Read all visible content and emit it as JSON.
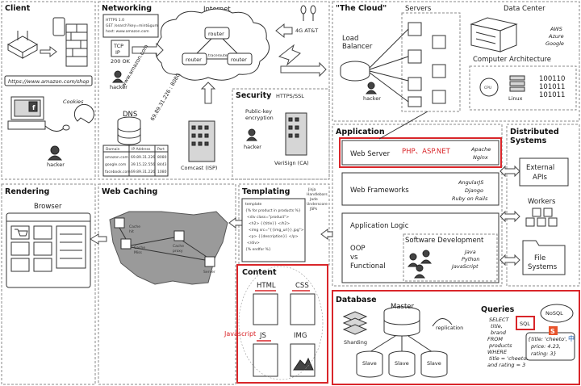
{
  "sections": {
    "client": "Client",
    "networking": "Networking",
    "cloud": "\"The Cloud\"",
    "security": "Security",
    "rendering": "Rendering",
    "web_caching": "Web Caching",
    "templating": "Templating",
    "content": "Content",
    "application": "Application",
    "distributed": "Distributed Systems",
    "database": "Database",
    "queries": "Queries"
  },
  "client": {
    "url": "https://www.amazon.com/shop",
    "cookies": "Cookies",
    "hacker": "hacker",
    "f_icon": "f"
  },
  "networking": {
    "http_lines": [
      "HTTPS 1.0",
      "GET /search?key=mint&gum",
      "host: www.amazon.com"
    ],
    "tcp": "TCP",
    "ip": "IP",
    "status": "200 OK",
    "internet": "Internet",
    "router": "router",
    "traceroute": "traceroute",
    "cell": "4G AT&T",
    "hacker": "hacker",
    "dns": "DNS",
    "domain_diag": "www.amazon.com",
    "ip_diag": "69.89.31.226 : 8080",
    "dns_headers": [
      "Domain",
      "IP Address",
      "Port"
    ],
    "dns_rows": [
      [
        "amazon.com",
        "69.89.31.226",
        "8080"
      ],
      [
        "google.com",
        "39.15.22.556",
        "8443"
      ],
      [
        "facebook.com",
        "69.89.31.226",
        "1080"
      ]
    ],
    "isp": "Comcast (ISP)"
  },
  "security": {
    "https": "HTTPS/SSL",
    "encryption": [
      "Public-key",
      "encryption"
    ],
    "hacker": "hacker",
    "ca": "VeriSign (CA)"
  },
  "cloud": {
    "servers": "Servers",
    "load_balancer": [
      "Load",
      "Balancer"
    ],
    "hacker": "hacker",
    "data_center": "Data Center",
    "providers": [
      "AWS",
      "Azure",
      "Google"
    ],
    "architecture": "Computer Architecture",
    "cpu": "CPU",
    "linux": "Linux",
    "binary": [
      "100110",
      "101011",
      "101011"
    ]
  },
  "application": {
    "web_server": "Web Server",
    "web_server_note": "PHP、ASP.NET",
    "web_server_impls": [
      "Apache",
      "Nginx"
    ],
    "web_frameworks": "Web Frameworks",
    "frameworks": [
      "AngularJS",
      "Django",
      "Ruby on Rails"
    ],
    "app_logic": "Application Logic",
    "paradigms": [
      "OOP",
      "vs",
      "Functional"
    ],
    "software_dev": "Software Development",
    "languages": [
      "Java",
      "Python",
      "JavaScript"
    ]
  },
  "distributed": {
    "external": [
      "External",
      "APIs"
    ],
    "workers": "Workers",
    "file_systems": [
      "File",
      "Systems"
    ]
  },
  "rendering": {
    "browser": "Browser"
  },
  "web_caching": {
    "cache_hit": [
      "Cache",
      "hit"
    ],
    "cache_miss": [
      "Cache",
      "Miss"
    ],
    "cache_proxy": [
      "Cache",
      "proxy"
    ],
    "server": "Server"
  },
  "templating": {
    "engines": [
      "Jinja",
      "Handlebars",
      "Jade",
      "Underscore",
      "JSPs"
    ],
    "doc_title": "template",
    "doc_lines": [
      "{% for product in products %}",
      "<div class=\"product\">",
      "<h2> {{title}} </h2>",
      "<img src=\"{{img_url}}.jpg\">",
      "<p> {{description}} </p>",
      "</div>",
      "{% endfor %}"
    ]
  },
  "content": {
    "html": "HTML",
    "css": "CSS",
    "js": "JS",
    "img": "IMG",
    "javascript_note": "Javascript"
  },
  "database": {
    "master": "Master",
    "sharding": "Sharding",
    "replication": "replication",
    "slave": "Slave",
    "nosql": "NoSQL",
    "sql": "SQL",
    "query": [
      "SELECT",
      "title,",
      "brand",
      "FROM",
      "products",
      "WHERE",
      "title = 'cheetos'",
      "and rating = 3"
    ],
    "json": [
      "{title: 'cheeto',",
      "price: 4.23,",
      "rating: 3}"
    ]
  },
  "overlay": {
    "badge_s": "S",
    "badge_zh": "中"
  },
  "colors": {
    "highlight": "#d9262a",
    "ink": "#222222",
    "dashed": "#888888",
    "map": "#9a9a9a"
  }
}
